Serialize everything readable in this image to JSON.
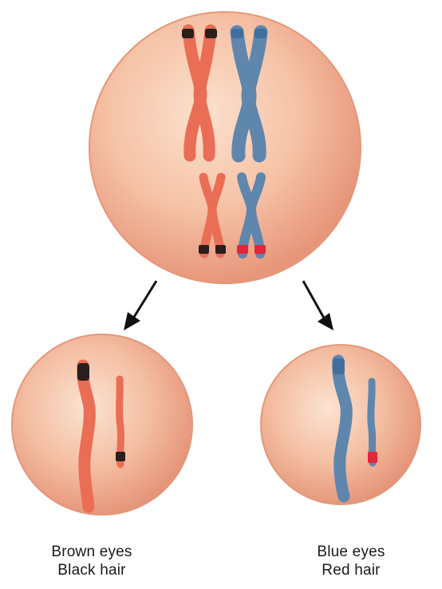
{
  "colors": {
    "cell_light": "#fbe1ce",
    "cell_mid": "#f3b193",
    "cell_dark": "#e7967a",
    "maternal_chromosome": "#e96e55",
    "paternal_chromosome": "#5f86ad",
    "band_black": "#2a1f1d",
    "band_red": "#e0283a",
    "arrow": "#111111"
  },
  "daughter_left": {
    "trait_1": "Brown eyes",
    "trait_2": "Black hair"
  },
  "daughter_right": {
    "trait_1": "Blue eyes",
    "trait_2": "Red hair"
  }
}
